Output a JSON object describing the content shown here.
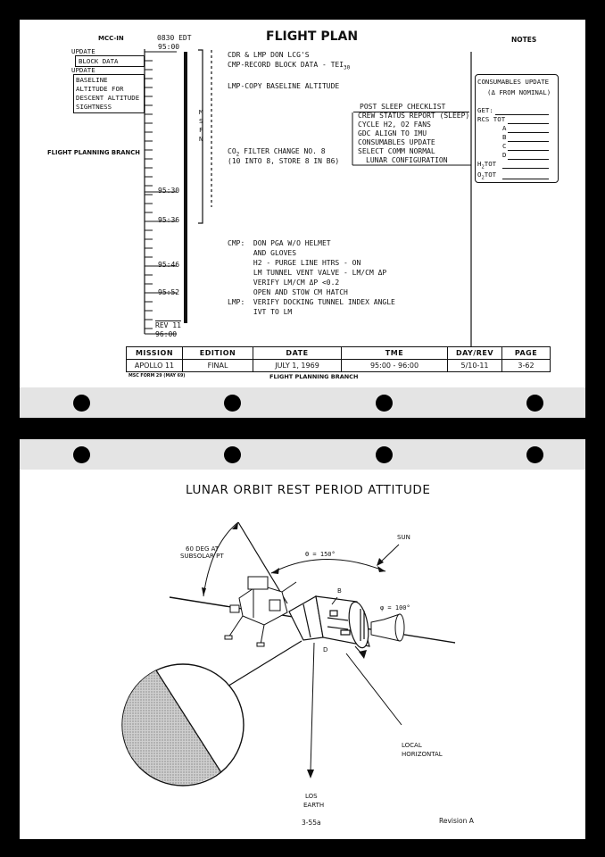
{
  "top_page": {
    "title": "FLIGHT PLAN",
    "notes_label": "NOTES",
    "mcc_label": "MCC-IN",
    "time_header": "0830 EDT",
    "update_block": {
      "title": "UPDATE",
      "item": "BLOCK DATA"
    },
    "update_baseline": {
      "title": "UPDATE",
      "lines": [
        "BASELINE",
        "ALTITUDE FOR",
        "DESCENT ALTITUDE",
        "SIGHTNESS"
      ]
    },
    "branch_label": "FLIGHT PLANNING BRANCH",
    "time_marks": [
      "95:00",
      "95:30",
      "95:36",
      "95:46",
      "95:52",
      "96:00"
    ],
    "rev_label": "REV 11",
    "msfn_letters": [
      "M",
      "S",
      "F",
      "N"
    ],
    "activities": {
      "a1": "CDR & LMP DON LCG'S",
      "a2": "CMP-RECORD BLOCK DATA - TEI",
      "a2_sub": "30",
      "a3": "LMP-COPY BASELINE ALTITUDE",
      "co2_prefix": "CO",
      "co2_sub": "2",
      "co2_rest": " FILTER CHANGE NO. 8",
      "co2_line2": "(10 INTO 8, STORE 8 IN B6)"
    },
    "post_sleep": {
      "title": "POST SLEEP CHECKLIST",
      "items": [
        "CREW STATUS REPORT (SLEEP)",
        "CYCLE H2, O2 FANS",
        "GDC ALIGN TO IMU",
        "CONSUMABLES UPDATE",
        "SELECT COMM NORMAL",
        "LUNAR CONFIGURATION"
      ]
    },
    "cmp_lmp": [
      "CMP:  DON PGA W/O HELMET",
      "      AND GLOVES",
      "      H2 - PURGE LINE HTRS - ON",
      "      LM TUNNEL VENT VALVE - LM/CM ΔP",
      "      VERIFY LM/CM ΔP <0.2",
      "      OPEN AND STOW CM HATCH",
      "LMP:  VERIFY DOCKING TUNNEL INDEX ANGLE",
      "      IVT TO LM"
    ],
    "consumables": {
      "title": "CONSUMABLES UPDATE",
      "subtitle": "(Δ FROM NOMINAL)",
      "get": "GET:",
      "rcs": "RCS TOT",
      "a": "A",
      "b": "B",
      "c": "C",
      "d": "D",
      "h2_pre": "H",
      "h2_sub": "2",
      "h2_post": "TOT",
      "o2_pre": "O",
      "o2_sub": "2",
      "o2_post": "TOT"
    },
    "footer": {
      "headers": [
        "MISSION",
        "EDITION",
        "DATE",
        "TME",
        "DAY/REV",
        "PAGE"
      ],
      "values": [
        "APOLLO 11",
        "FINAL",
        "JULY 1, 1969",
        "95:00 - 96:00",
        "5/10-11",
        "3-62"
      ]
    },
    "form_label": "MSC FORM 29 (MAY 69)",
    "footer_branch": "FLIGHT PLANNING BRANCH"
  },
  "bottom_page": {
    "title": "LUNAR ORBIT REST PERIOD ATTITUDE",
    "labels": {
      "deg": "60 DEG AT",
      "subsolar": "SUBSOLAR PT",
      "theta": "Θ = 150°",
      "sun": "SUN",
      "phi": "φ = 100°",
      "b": "B",
      "d": "D",
      "local1": "LOCAL",
      "local2": "HORIZONTAL",
      "los1": "LOS",
      "los2": "EARTH"
    },
    "page_number": "3-55a",
    "revision": "Revision A"
  }
}
